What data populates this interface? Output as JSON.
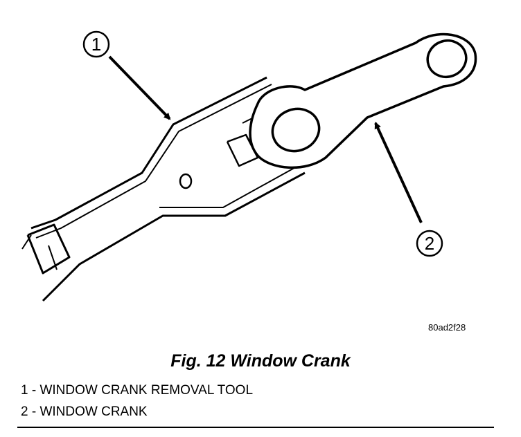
{
  "figure": {
    "callouts": [
      {
        "number": "1"
      },
      {
        "number": "2"
      }
    ],
    "image_code": "80ad2f28"
  },
  "caption": "Fig. 12 Window Crank",
  "legend": [
    {
      "text": "1 - WINDOW CRANK REMOVAL TOOL"
    },
    {
      "text": "2 - WINDOW CRANK"
    }
  ]
}
